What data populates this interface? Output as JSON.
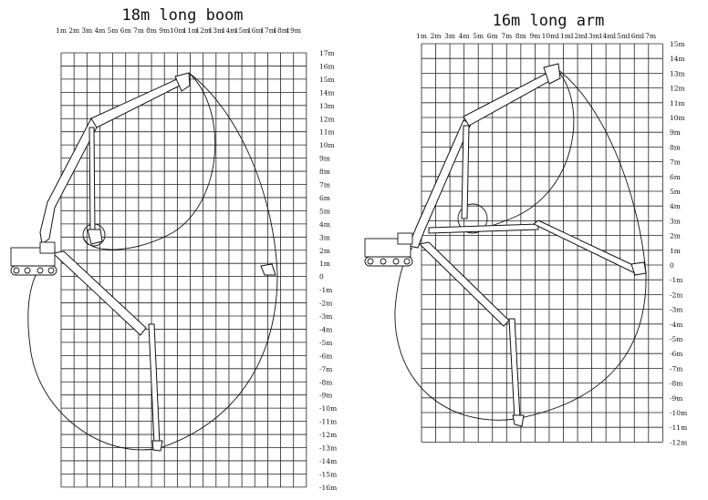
{
  "diagrams": [
    {
      "title": "18m long boom",
      "x_ticks": [
        "1m",
        "2m",
        "3m",
        "4m",
        "5m",
        "6m",
        "7m",
        "8m",
        "9m",
        "10m",
        "11m",
        "12m",
        "13m",
        "14m",
        "15m",
        "16m",
        "17m",
        "18m",
        "19m"
      ],
      "y_ticks": [
        "17m",
        "16m",
        "15m",
        "14m",
        "13m",
        "12m",
        "11m",
        "10m",
        "9m",
        "8m",
        "7m",
        "6m",
        "5m",
        "4m",
        "3m",
        "2m",
        "1m",
        "0",
        "-1m",
        "-2m",
        "-3m",
        "-4m",
        "-5m",
        "-6m",
        "-7m",
        "-8m",
        "-9m",
        "-10m",
        "-11m",
        "-12m",
        "-13m",
        "-14m",
        "-15m",
        "-16m"
      ]
    },
    {
      "title": "16m long arm",
      "x_ticks": [
        "1m",
        "2m",
        "3m",
        "4m",
        "5m",
        "6m",
        "7m",
        "8m",
        "9m",
        "10m",
        "11m",
        "12m",
        "13m",
        "14m",
        "15m",
        "16m",
        "17m"
      ],
      "y_ticks": [
        "15m",
        "14m",
        "13m",
        "12m",
        "11m",
        "10m",
        "9m",
        "8m",
        "7m",
        "6m",
        "5m",
        "4m",
        "3m",
        "2m",
        "1m",
        "0",
        "-1m",
        "-2m",
        "-3m",
        "-4m",
        "-5m",
        "-6m",
        "-7m",
        "-8m",
        "-9m",
        "-10m",
        "-11m",
        "-12m"
      ]
    }
  ],
  "colors": {
    "line": "#111111",
    "background": "#ffffff"
  }
}
